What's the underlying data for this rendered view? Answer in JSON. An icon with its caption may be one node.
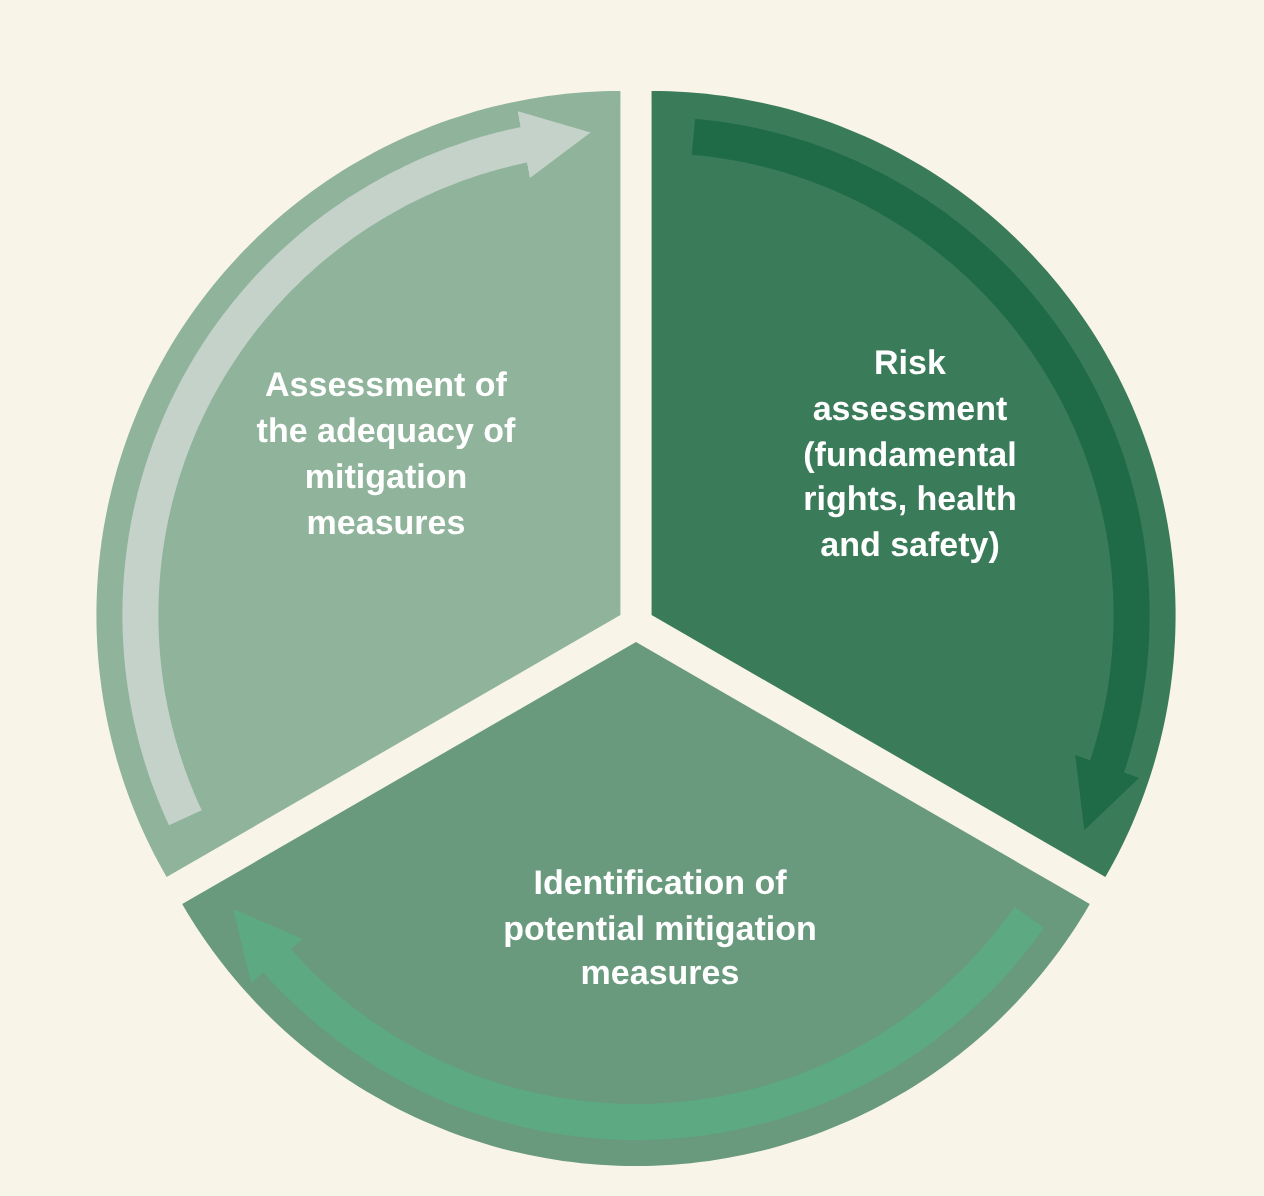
{
  "diagram": {
    "nodes": [
      {
        "text": [
          "Risk assessment (fundamental rights, health and safety)"
        ]
      },
      {
        "text": [
          "Identification of potential mitigation measures"
        ]
      },
      {
        "text": [
          "Assessment of the adequacy of mitigation measures"
        ]
      }
    ],
    "edges": [
      {
        "from": 0,
        "to": 1,
        "arrow": "to",
        "color": "#1f6b48"
      },
      {
        "from": 1,
        "to": 2,
        "arrow": "to",
        "color": "#5ca982"
      },
      {
        "from": 2,
        "to": 0,
        "arrow": "to",
        "color": "#c4d2ca"
      }
    ]
  }
}
